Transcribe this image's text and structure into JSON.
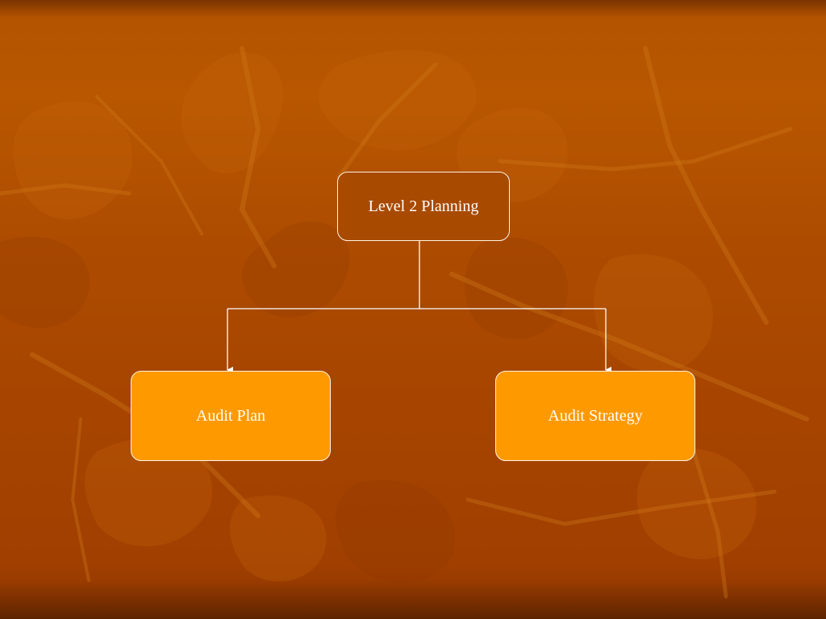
{
  "diagram": {
    "root": {
      "label": "Level 2 Planning"
    },
    "children": [
      {
        "label": "Audit Plan"
      },
      {
        "label": "Audit Strategy"
      }
    ]
  },
  "colors": {
    "root_fill": "#a84a00",
    "child_fill": "#ff9900",
    "connector": "#ffffff",
    "border": "#fff4e6"
  }
}
